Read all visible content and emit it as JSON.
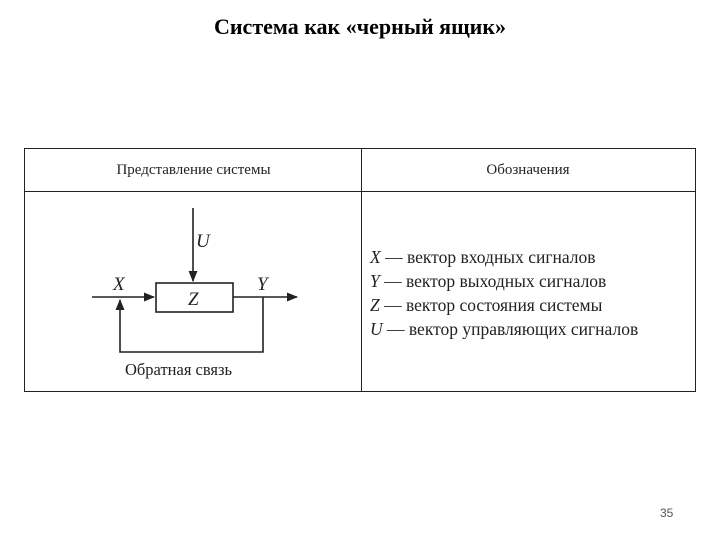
{
  "slide": {
    "title": "Система как «черный ящик»",
    "page_number": "35"
  },
  "table": {
    "header_left": "Представление системы",
    "header_right": "Обозначения"
  },
  "diagram": {
    "input_label": "X",
    "output_label": "Y",
    "control_label": "U",
    "state_label": "Z",
    "feedback_label": "Обратная связь"
  },
  "legend": [
    {
      "symbol": "X",
      "text": " — вектор входных сигналов"
    },
    {
      "symbol": "Y",
      "text": " — вектор выходных сигналов"
    },
    {
      "symbol": "Z",
      "text": " — вектор состояния системы"
    },
    {
      "symbol": "U",
      "text": " — вектор управляющих сигналов"
    }
  ]
}
